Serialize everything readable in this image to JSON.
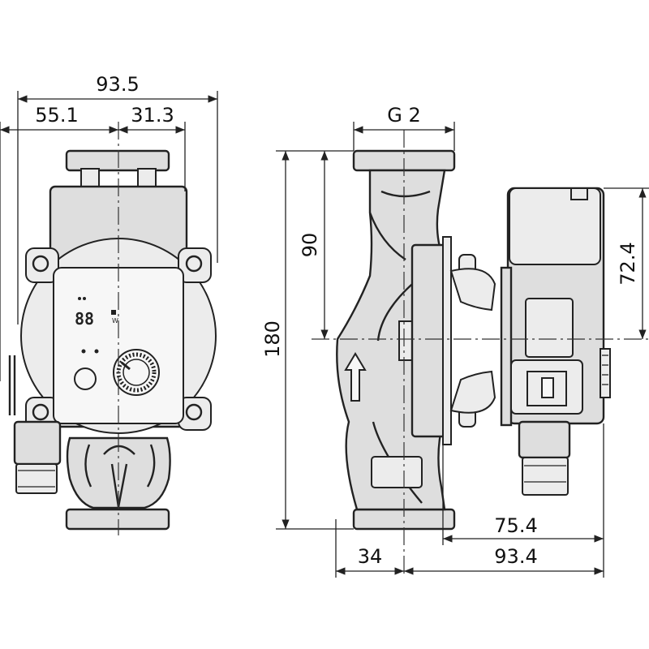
{
  "dimensions": {
    "total_width_front": "93.5",
    "left_offset_front": "55.1",
    "right_offset_front": "31.3",
    "thread_size": "G 2",
    "height_half": "90",
    "overall_height": "180",
    "head_height": "72.4",
    "head_depth": "75.4",
    "side_total_depth": "93.4",
    "side_inlet_offset": "34"
  },
  "display": {
    "digits": "88",
    "unit": "W"
  }
}
